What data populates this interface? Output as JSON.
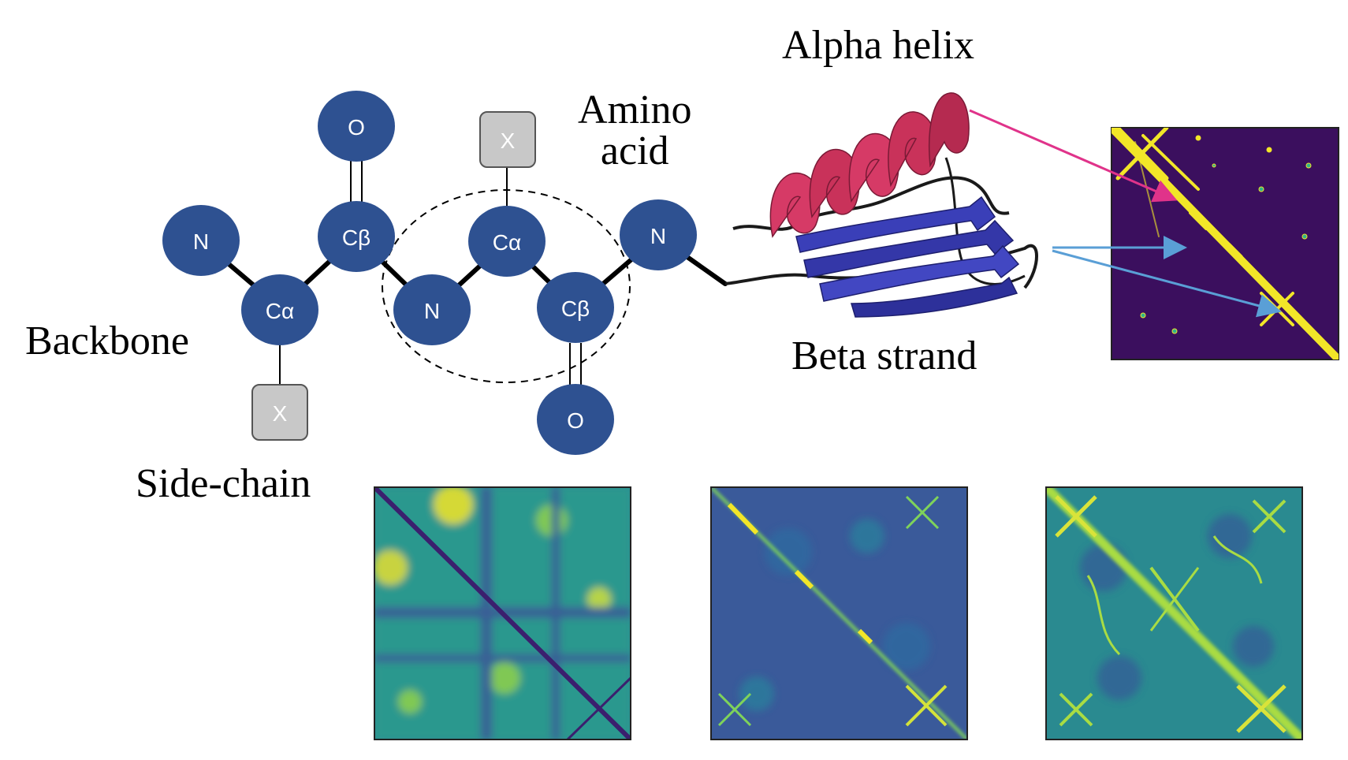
{
  "labels": {
    "backbone": "Backbone",
    "side_chain": "Side-chain",
    "amino_line1": "Amino",
    "amino_line2": "acid",
    "alpha_helix": "Alpha helix",
    "beta_strand": "Beta strand"
  },
  "atoms": {
    "n1": "N",
    "ca1": "Cα",
    "cb1": "Cβ",
    "o1": "O",
    "x1": "X",
    "n2": "N",
    "ca2": "Cα",
    "cb2": "Cβ",
    "o2": "O",
    "x2": "X",
    "n3": "N"
  },
  "colors": {
    "atom_fill": "#2e5191",
    "sidechain_fill": "#c8c8c8",
    "helix": "#c9325a",
    "strand": "#3a3fb8",
    "map_background": "#3b0f5e",
    "contact_yellow": "#f2e628",
    "arrow_pink": "#e0338a",
    "arrow_blue": "#5a9fd6"
  }
}
